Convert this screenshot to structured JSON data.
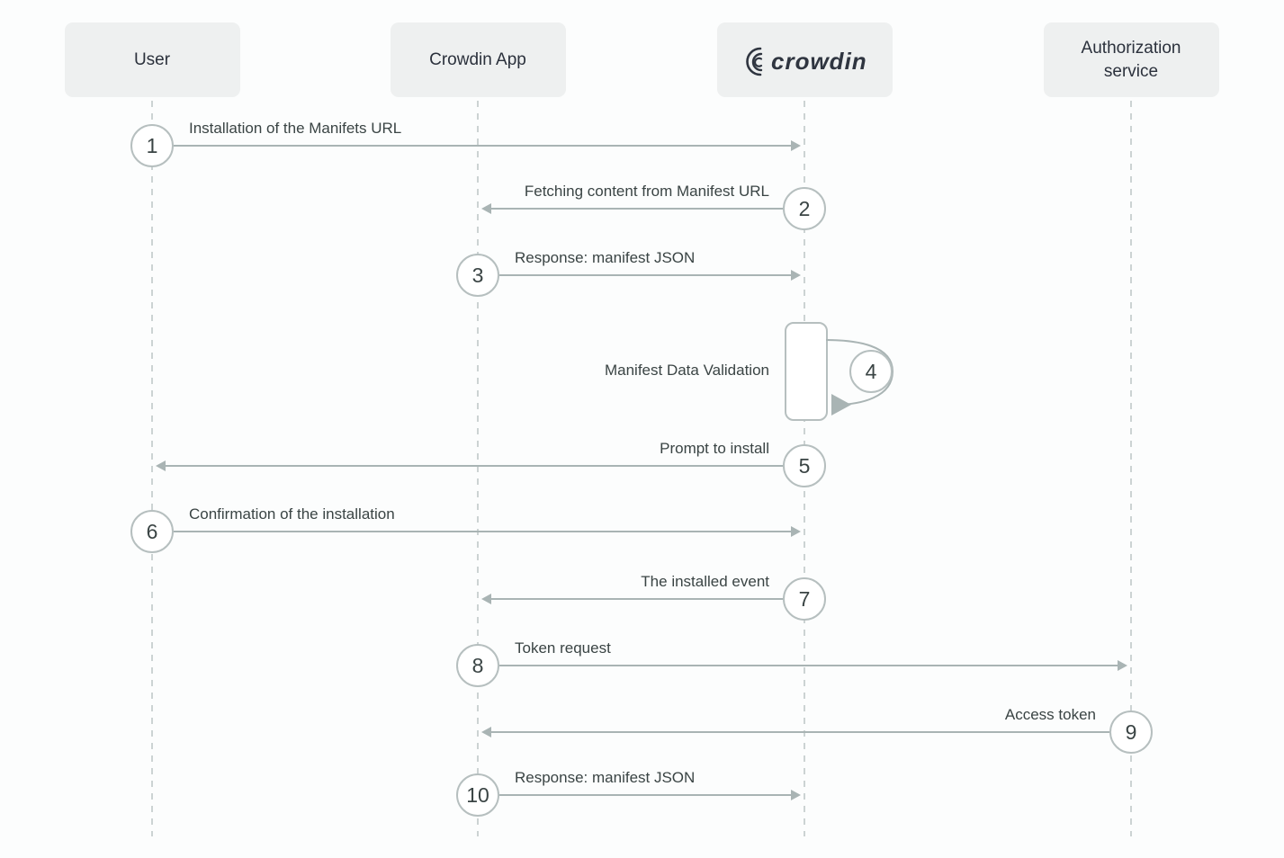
{
  "colors": {
    "background": "#fcfdfd",
    "participant_box_fill": "#eef0f0",
    "participant_text": "#2b313c",
    "lifeline": "#ccd3d3",
    "arrow": "#a9b4b4",
    "circle_border": "#b6bfbf",
    "circle_text": "#3a4444",
    "label_text": "#3a4444",
    "logo_color": "#2f3540"
  },
  "participants": [
    {
      "id": "user",
      "label": "User"
    },
    {
      "id": "crowdin-app",
      "label": "Crowdin App"
    },
    {
      "id": "crowdin",
      "label": "crowdin",
      "logo": true
    },
    {
      "id": "authorization-service",
      "label": "Authorization service"
    }
  ],
  "steps": [
    {
      "num": "1",
      "label": "Installation of the Manifets URL",
      "from": "user",
      "to": "crowdin",
      "type": "message"
    },
    {
      "num": "2",
      "label": "Fetching content from Manifest URL",
      "from": "crowdin",
      "to": "crowdin-app",
      "type": "message"
    },
    {
      "num": "3",
      "label": "Response: manifest JSON",
      "from": "crowdin-app",
      "to": "crowdin",
      "type": "message"
    },
    {
      "num": "4",
      "label": "Manifest Data Validation",
      "from": "crowdin",
      "to": "crowdin",
      "type": "self"
    },
    {
      "num": "5",
      "label": "Prompt to install",
      "from": "crowdin",
      "to": "user",
      "type": "message"
    },
    {
      "num": "6",
      "label": "Confirmation of the installation",
      "from": "user",
      "to": "crowdin",
      "type": "message"
    },
    {
      "num": "7",
      "label": "The installed event",
      "from": "crowdin",
      "to": "crowdin-app",
      "type": "message"
    },
    {
      "num": "8",
      "label": "Token request",
      "from": "crowdin-app",
      "to": "authorization-service",
      "type": "message"
    },
    {
      "num": "9",
      "label": "Access token",
      "from": "authorization-service",
      "to": "crowdin-app",
      "type": "message"
    },
    {
      "num": "10",
      "label": "Response: manifest JSON",
      "from": "crowdin-app",
      "to": "crowdin",
      "type": "message"
    }
  ]
}
